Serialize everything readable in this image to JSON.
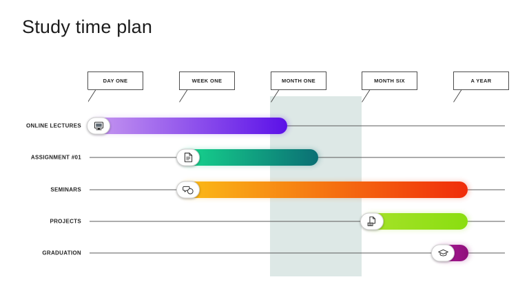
{
  "page": {
    "title": "Study time plan",
    "background_color": "#ffffff",
    "highlight_band_color": "#dde8e6"
  },
  "timeline": {
    "milestones": [
      {
        "label": "DAY ONE",
        "x": 127
      },
      {
        "label": "WEEK ONE",
        "x": 260
      },
      {
        "label": "MONTH ONE",
        "x": 393
      },
      {
        "label": "MONTH SIX",
        "x": 525
      },
      {
        "label": "A YEAR",
        "x": 658
      }
    ],
    "highlight": {
      "from": "MONTH ONE",
      "to": "MONTH SIX",
      "x": 392,
      "width": 133
    }
  },
  "chart_data": {
    "type": "bar",
    "title": "Study time plan",
    "xlabel": "",
    "ylabel": "",
    "categories": [
      "ONLINE LECTURES",
      "ASSIGNMENT #01",
      "SEMINARS",
      "PROJECTS",
      "GRADUATION"
    ],
    "x_tick_labels": [
      "DAY ONE",
      "WEEK ONE",
      "MONTH ONE",
      "MONTH SIX",
      "A YEAR"
    ],
    "grid": false,
    "legend": "none",
    "series": [
      {
        "name": "ONLINE LECTURES",
        "start_label": "DAY ONE",
        "end_label": "MONTH ONE",
        "start_x": 130,
        "end_x": 417,
        "icon": "monitor-icon",
        "color_start": "#c89af0",
        "color_end": "#5b11e8"
      },
      {
        "name": "ASSIGNMENT #01",
        "start_label": "WEEK ONE",
        "end_label": "MONTH ONE",
        "start_x": 260,
        "end_x": 462,
        "icon": "document-icon",
        "color_start": "#17d98e",
        "color_end": "#0b6f74"
      },
      {
        "name": "SEMINARS",
        "start_label": "WEEK ONE",
        "end_label": "A YEAR",
        "start_x": 260,
        "end_x": 679,
        "icon": "chat-bubbles-icon",
        "color_start": "#fbbe18",
        "color_end": "#f02c0a"
      },
      {
        "name": "PROJECTS",
        "start_label": "MONTH SIX",
        "end_label": "A YEAR",
        "start_x": 527,
        "end_x": 679,
        "icon": "report-icon",
        "color_start": "#a7e22a",
        "color_end": "#8ade10"
      },
      {
        "name": "GRADUATION",
        "start_label": "A YEAR",
        "end_label": "A YEAR",
        "start_x": 630,
        "end_x": 680,
        "icon": "graduation-cap-icon",
        "color_start": "#b31fa0",
        "color_end": "#8e0f7a"
      }
    ],
    "row_y": [
      183,
      229,
      276,
      322,
      368
    ]
  }
}
